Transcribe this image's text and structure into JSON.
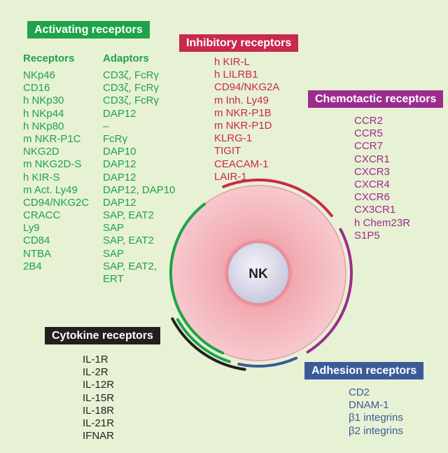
{
  "colors": {
    "background": "#e7f1d3",
    "activating": "#1ea34a",
    "inhibitory": "#c8294d",
    "chemotactic": "#9b2c8f",
    "adhesion": "#3c5a9a",
    "cytokine": "#231f20",
    "cell_fill": "#f6c9ce",
    "nucleus_fill": "#dcdced"
  },
  "cell_label": "NK",
  "activating": {
    "title": "Activating receptors",
    "receptors_header": "Receptors",
    "adaptors_header": "Adaptors",
    "receptors": [
      "NKp46",
      "CD16",
      "h NKp30",
      "h NKp44",
      "h NKp80",
      "m NKR-P1C",
      "NKG2D",
      "m NKG2D-S",
      "h KIR-S",
      "m Act. Ly49",
      "CD94/NKG2C",
      "CRACC",
      "Ly9",
      "CD84",
      "NTBA",
      "2B4"
    ],
    "adaptors": [
      "CD3ζ, FcRγ",
      "CD3ζ, FcRγ",
      "CD3ζ, FcRγ",
      "DAP12",
      "–",
      "FcRγ",
      "DAP10",
      "DAP12",
      "DAP12",
      "DAP12, DAP10",
      "DAP12",
      "SAP, EAT2",
      "SAP",
      "SAP, EAT2",
      "SAP",
      "SAP, EAT2,",
      "ERT"
    ]
  },
  "inhibitory": {
    "title": "Inhibitory receptors",
    "items": [
      "h KIR-L",
      "h LILRB1",
      "CD94/NKG2A",
      "m Inh. Ly49",
      "m NKR-P1B",
      "m NKR-P1D",
      "KLRG-1",
      "TIGIT",
      "CEACAM-1",
      "LAIR-1"
    ]
  },
  "chemotactic": {
    "title": "Chemotactic receptors",
    "items": [
      "CCR2",
      "CCR5",
      "CCR7",
      "CXCR1",
      "CXCR3",
      "CXCR4",
      "CXCR6",
      "CX3CR1",
      "h Chem23R",
      "S1P5"
    ]
  },
  "adhesion": {
    "title": "Adhesion receptors",
    "items": [
      "CD2",
      "DNAM-1",
      "β1 integrins",
      "β2 integrins"
    ]
  },
  "cytokine": {
    "title": "Cytokine receptors",
    "items": [
      "IL-1R",
      "IL-2R",
      "IL-12R",
      "IL-15R",
      "IL-18R",
      "IL-21R",
      "IFNAR"
    ]
  }
}
